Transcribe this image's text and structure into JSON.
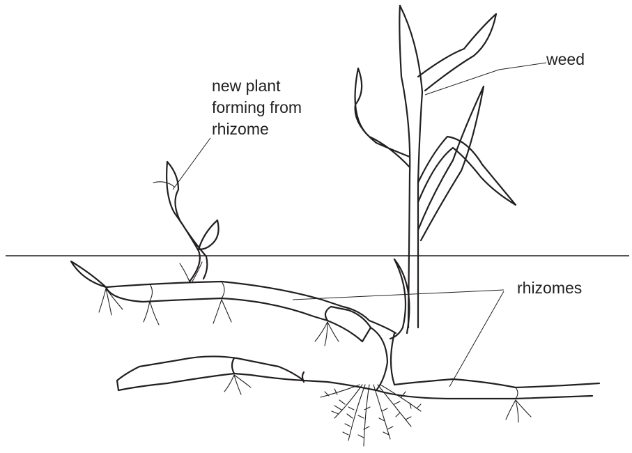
{
  "labels": {
    "weed": "weed",
    "new_plant_line1": "new plant",
    "new_plant_line2": "forming from",
    "new_plant_line3": "rhizome",
    "rhizomes": "rhizomes"
  },
  "colors": {
    "ink": "#231f20",
    "background": "#ffffff"
  }
}
